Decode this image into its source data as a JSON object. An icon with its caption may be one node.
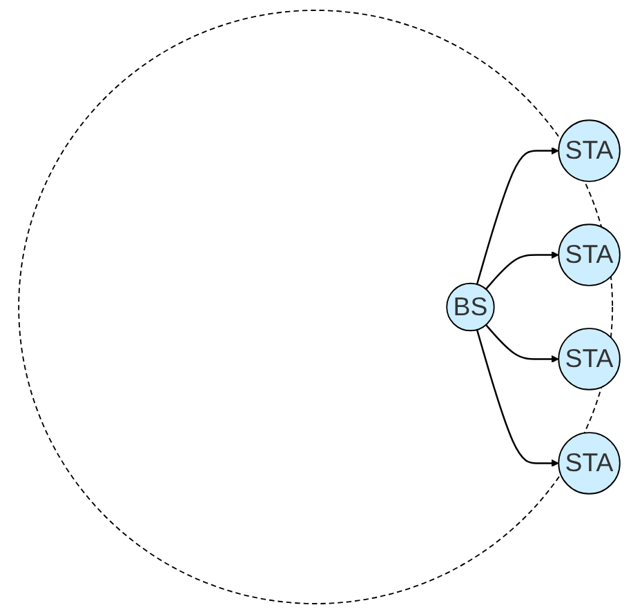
{
  "diagram": {
    "nodes": [
      {
        "text": [],
        "shape": "circle"
      },
      {
        "text": [
          "BS"
        ],
        "in": 0
      },
      {
        "text": [
          "STA"
        ]
      },
      {
        "text": [
          "STA"
        ]
      },
      {
        "text": [
          "STA"
        ]
      },
      {
        "text": [
          "STA"
        ]
      }
    ],
    "edges": [
      {
        "from": 1,
        "to": 2,
        "arrow": "to"
      },
      {
        "from": 1,
        "to": 3,
        "arrow": "to"
      },
      {
        "from": 1,
        "to": 4,
        "arrow": "to"
      },
      {
        "from": 1,
        "to": 5,
        "arrow": "to"
      }
    ]
  }
}
